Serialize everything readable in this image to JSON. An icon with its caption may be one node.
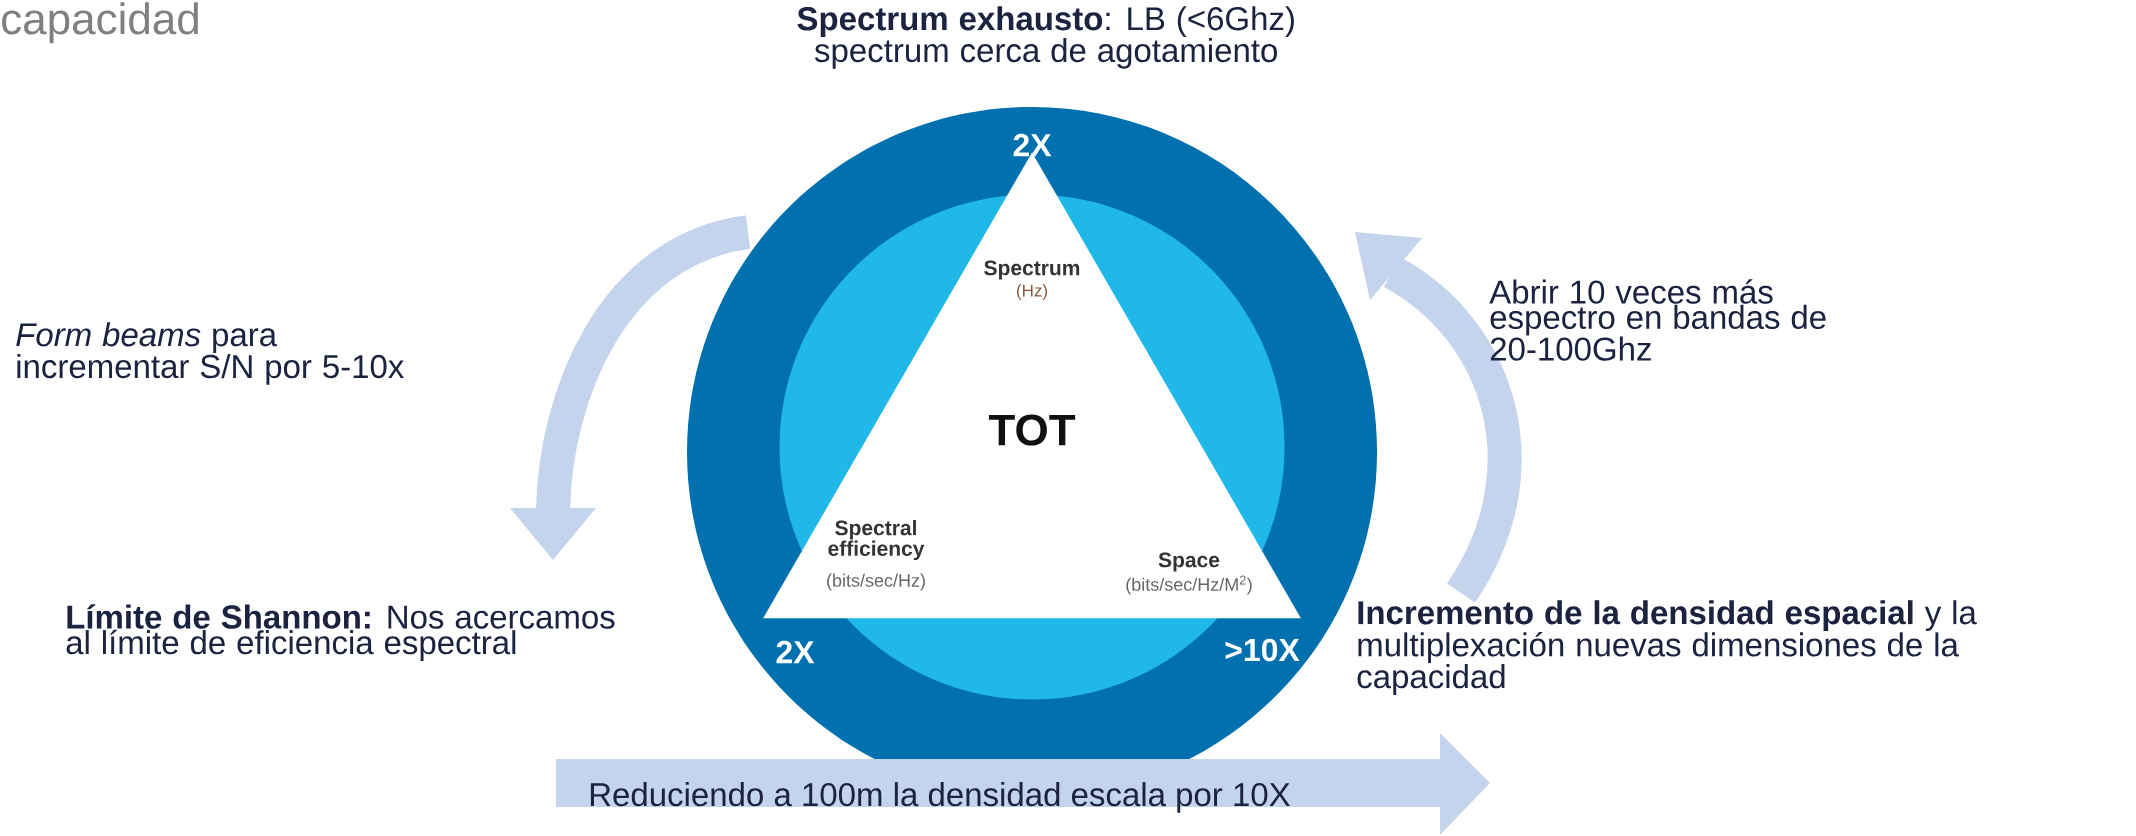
{
  "diagram": {
    "nodes": [
      {
        "text": [
          "2X",
          "2X",
          ">10X"
        ]
      },
      {
        "text": [],
        "shape": "circle",
        "in": 0
      },
      {
        "text": [
          "Spectrum",
          "(Hz)",
          "TOT",
          "Spectral efficiency",
          "(bits/sec/Hz)",
          "Space",
          "(bits/sec/Hz/M$^{2}$)"
        ],
        "in": 0
      },
      {
        "text": [
          "Reduciendo a 100m la densidad escala por 10X"
        ]
      }
    ],
    "labels": [
      "capacidad",
      "**Spectrum exhausto**: LB (<6Ghz) spectrum cerca de agotamiento",
      "*Form beams* para incrementar S/N por 5-10x",
      "Abrir 10 veces más espectro en bandas de 20-100Ghz",
      "**Límite de Shannon:** Nos acercamos al límite de eficiencia espectral",
      "**Incremento de la densidad espacial** y la multiplexación nuevas dimensiones de la capacidad"
    ]
  }
}
